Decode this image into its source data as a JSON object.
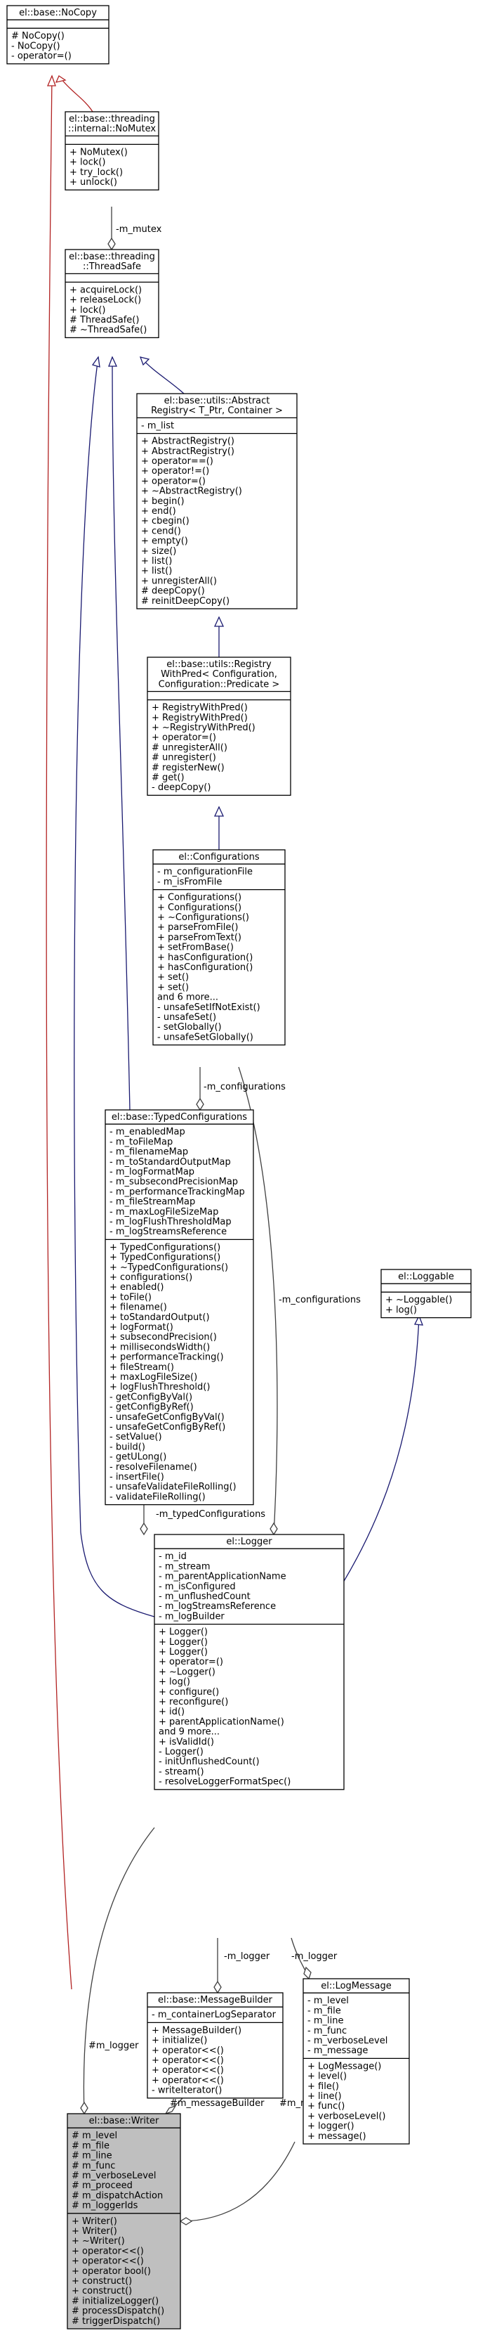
{
  "classes": {
    "nocopy": {
      "title": [
        "el::base::NoCopy"
      ],
      "attributes": [],
      "methods": [
        "# NoCopy()",
        "- NoCopy()",
        "- operator=()"
      ]
    },
    "nomutex": {
      "title": [
        "el::base::threading",
        "::internal::NoMutex"
      ],
      "attributes": [],
      "methods": [
        "+ NoMutex()",
        "+ lock()",
        "+ try_lock()",
        "+ unlock()"
      ]
    },
    "threadsafe": {
      "title": [
        "el::base::threading",
        "::ThreadSafe"
      ],
      "attributes": [],
      "methods": [
        "+ acquireLock()",
        "+ releaseLock()",
        "+ lock()",
        "# ThreadSafe()",
        "# ~ThreadSafe()"
      ]
    },
    "abstractregistry": {
      "title": [
        "el::base::utils::Abstract",
        "Registry< T_Ptr, Container >"
      ],
      "attributes": [
        "- m_list"
      ],
      "methods": [
        "+ AbstractRegistry()",
        "+ AbstractRegistry()",
        "+ operator==()",
        "+ operator!=()",
        "+ operator=()",
        "+ ~AbstractRegistry()",
        "+ begin()",
        "+ end()",
        "+ cbegin()",
        "+ cend()",
        "+ empty()",
        "+ size()",
        "+ list()",
        "+ list()",
        "+ unregisterAll()",
        "# deepCopy()",
        "# reinitDeepCopy()"
      ]
    },
    "registrywithpred": {
      "title": [
        "el::base::utils::Registry",
        "WithPred< Configuration,",
        "Configuration::Predicate >"
      ],
      "attributes": [],
      "methods": [
        "+ RegistryWithPred()",
        "+ RegistryWithPred()",
        "+ ~RegistryWithPred()",
        "+ operator=()",
        "# unregisterAll()",
        "# unregister()",
        "# registerNew()",
        "# get()",
        "- deepCopy()"
      ]
    },
    "configurations": {
      "title": [
        "el::Configurations"
      ],
      "attributes": [
        "- m_configurationFile",
        "- m_isFromFile"
      ],
      "methods": [
        "+ Configurations()",
        "+ Configurations()",
        "+ ~Configurations()",
        "+ parseFromFile()",
        "+ parseFromText()",
        "+ setFromBase()",
        "+ hasConfiguration()",
        "+ hasConfiguration()",
        "+ set()",
        "+ set()",
        "and 6 more...",
        "- unsafeSetIfNotExist()",
        "- unsafeSet()",
        "- setGlobally()",
        "- unsafeSetGlobally()"
      ]
    },
    "typedconfigurations": {
      "title": [
        "el::base::TypedConfigurations"
      ],
      "attributes": [
        "- m_enabledMap",
        "- m_toFileMap",
        "- m_filenameMap",
        "- m_toStandardOutputMap",
        "- m_logFormatMap",
        "- m_subsecondPrecisionMap",
        "- m_performanceTrackingMap",
        "- m_fileStreamMap",
        "- m_maxLogFileSizeMap",
        "- m_logFlushThresholdMap",
        "- m_logStreamsReference"
      ],
      "methods": [
        "+ TypedConfigurations()",
        "+ TypedConfigurations()",
        "+ ~TypedConfigurations()",
        "+ configurations()",
        "+ enabled()",
        "+ toFile()",
        "+ filename()",
        "+ toStandardOutput()",
        "+ logFormat()",
        "+ subsecondPrecision()",
        "+ millisecondsWidth()",
        "+ performanceTracking()",
        "+ fileStream()",
        "+ maxLogFileSize()",
        "+ logFlushThreshold()",
        "- getConfigByVal()",
        "- getConfigByRef()",
        "- unsafeGetConfigByVal()",
        "- unsafeGetConfigByRef()",
        "- setValue()",
        "- build()",
        "- getULong()",
        "- resolveFilename()",
        "- insertFile()",
        "- unsafeValidateFileRolling()",
        "- validateFileRolling()"
      ]
    },
    "loggable": {
      "title": [
        "el::Loggable"
      ],
      "attributes": [],
      "methods": [
        "+ ~Loggable()",
        "+ log()"
      ]
    },
    "logger": {
      "title": [
        "el::Logger"
      ],
      "attributes": [
        "- m_id",
        "- m_stream",
        "- m_parentApplicationName",
        "- m_isConfigured",
        "- m_unflushedCount",
        "- m_logStreamsReference",
        "- m_logBuilder"
      ],
      "methods": [
        "+ Logger()",
        "+ Logger()",
        "+ Logger()",
        "+ operator=()",
        "+ ~Logger()",
        "+ log()",
        "+ configure()",
        "+ reconfigure()",
        "+ id()",
        "+ parentApplicationName()",
        "and 9 more...",
        "+ isValidId()",
        "- Logger()",
        "- initUnflushedCount()",
        "- stream()",
        "- resolveLoggerFormatSpec()"
      ]
    },
    "messagebuilder": {
      "title": [
        "el::base::MessageBuilder"
      ],
      "attributes": [
        "- m_containerLogSeparator"
      ],
      "methods": [
        "+ MessageBuilder()",
        "+ initialize()",
        "+ operator<<()",
        "+ operator<<()",
        "+ operator<<()",
        "+ operator<<()",
        "- writeIterator()"
      ]
    },
    "logmessage": {
      "title": [
        "el::LogMessage"
      ],
      "attributes": [
        "- m_level",
        "- m_file",
        "- m_line",
        "- m_func",
        "- m_verboseLevel",
        "- m_message"
      ],
      "methods": [
        "+ LogMessage()",
        "+ level()",
        "+ file()",
        "+ line()",
        "+ func()",
        "+ verboseLevel()",
        "+ logger()",
        "+ message()"
      ]
    },
    "writer": {
      "title": [
        "el::base::Writer"
      ],
      "attributes": [
        "# m_level",
        "# m_file",
        "# m_line",
        "# m_func",
        "# m_verboseLevel",
        "# m_proceed",
        "# m_dispatchAction",
        "# m_loggerIds"
      ],
      "methods": [
        "+ Writer()",
        "+ Writer()",
        "+ ~Writer()",
        "+ operator<<()",
        "+ operator<<()",
        "+ operator bool()",
        "+ construct()",
        "+ construct()",
        "# initializeLogger()",
        "# processDispatch()",
        "# triggerDispatch()"
      ]
    }
  },
  "edge_labels": {
    "m_mutex": "-m_mutex",
    "m_configurations_tc": "-m_configurations",
    "m_configurations_logger": "-m_configurations",
    "m_typedConfigurations": "-m_typedConfigurations",
    "m_logger_mb": "-m_logger",
    "m_logger_lm": "-m_logger",
    "m_logger_writer": "#m_logger",
    "m_messageBuilder": "#m_messageBuilder",
    "m_msg": "#m_msg"
  },
  "colors": {
    "inherit_nocopy": "#b22222",
    "inherit_other": "#191970",
    "usage": "#404040",
    "highlight_fill": "#bfbfbf"
  }
}
